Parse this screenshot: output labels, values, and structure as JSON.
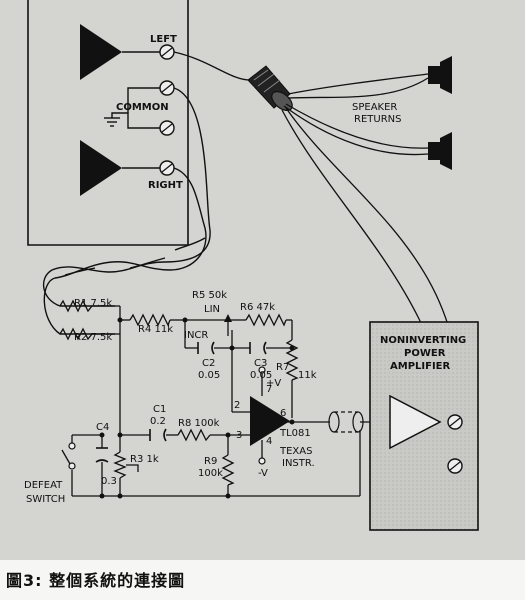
{
  "terminals": {
    "left": "LEFT",
    "common": "COMMON",
    "right": "RIGHT"
  },
  "speaker_returns": [
    "SPEAKER",
    "RETURNS"
  ],
  "resistors": {
    "r1": "R1 7.5k",
    "r2": "R2 7.5k",
    "r4": "R4 11k",
    "r5": [
      "R5 50k",
      "LIN"
    ],
    "r6": "R6 47k",
    "r7": [
      "R7",
      "11k"
    ],
    "r8": "R8 100k",
    "r9": [
      "R9",
      "100k"
    ],
    "r3": "R3 1k"
  },
  "capacitors": {
    "c1": [
      "C1",
      "0.2"
    ],
    "c2": [
      "C2",
      "0.05"
    ],
    "c3": [
      "C3",
      "0.05"
    ],
    "c4": [
      "C4",
      "0.3"
    ]
  },
  "opamp": {
    "part": "TL081",
    "maker": [
      "TEXAS",
      "INSTR."
    ],
    "pin2": "2",
    "pin3": "3",
    "pin4": "4",
    "pin6": "6",
    "pin7": "7",
    "vplus": "+V",
    "vminus": "-V"
  },
  "incr": "INCR",
  "defeat_switch": [
    "DEFEAT",
    "SWITCH"
  ],
  "amplifier": [
    "NONINVERTING",
    "POWER",
    "AMPLIFIER"
  ],
  "caption": "圖3: 整個系統的連接圖"
}
